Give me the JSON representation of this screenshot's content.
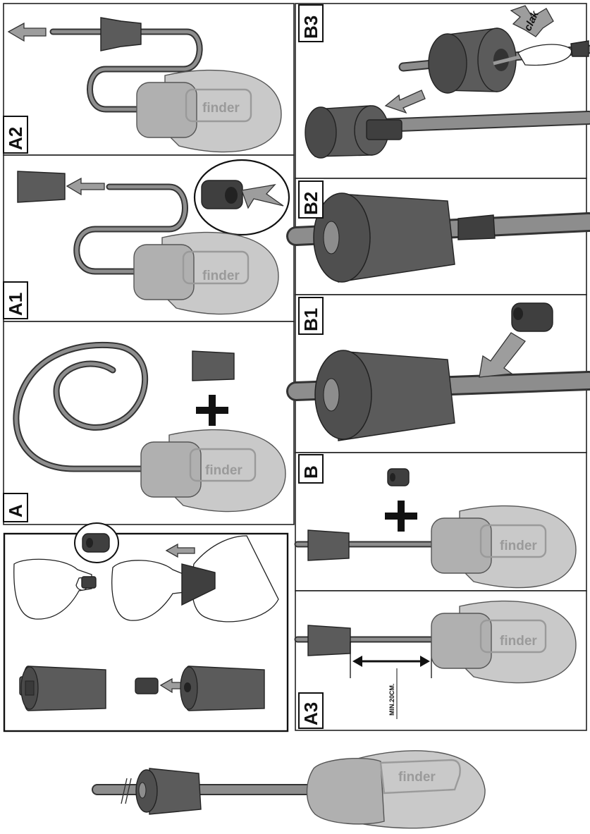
{
  "panels": {
    "a2": {
      "label": "A2"
    },
    "a1": {
      "label": "A1"
    },
    "a": {
      "label": "A"
    },
    "b3": {
      "label": "B3",
      "sound": "clak"
    },
    "b2": {
      "label": "B2"
    },
    "b1": {
      "label": "B1"
    },
    "b": {
      "label": "B"
    },
    "a3": {
      "label": "A3",
      "distance_note": "MIN.20CM."
    }
  },
  "product": {
    "brand": "finder"
  },
  "symbols": {
    "plus": "plus-icon",
    "arrow": "arrow-icon"
  },
  "colors": {
    "plug": "#5b5b5b",
    "body": "#c9c9c9",
    "arrow": "#9d9d9d",
    "logo": "#9a9a9a"
  }
}
